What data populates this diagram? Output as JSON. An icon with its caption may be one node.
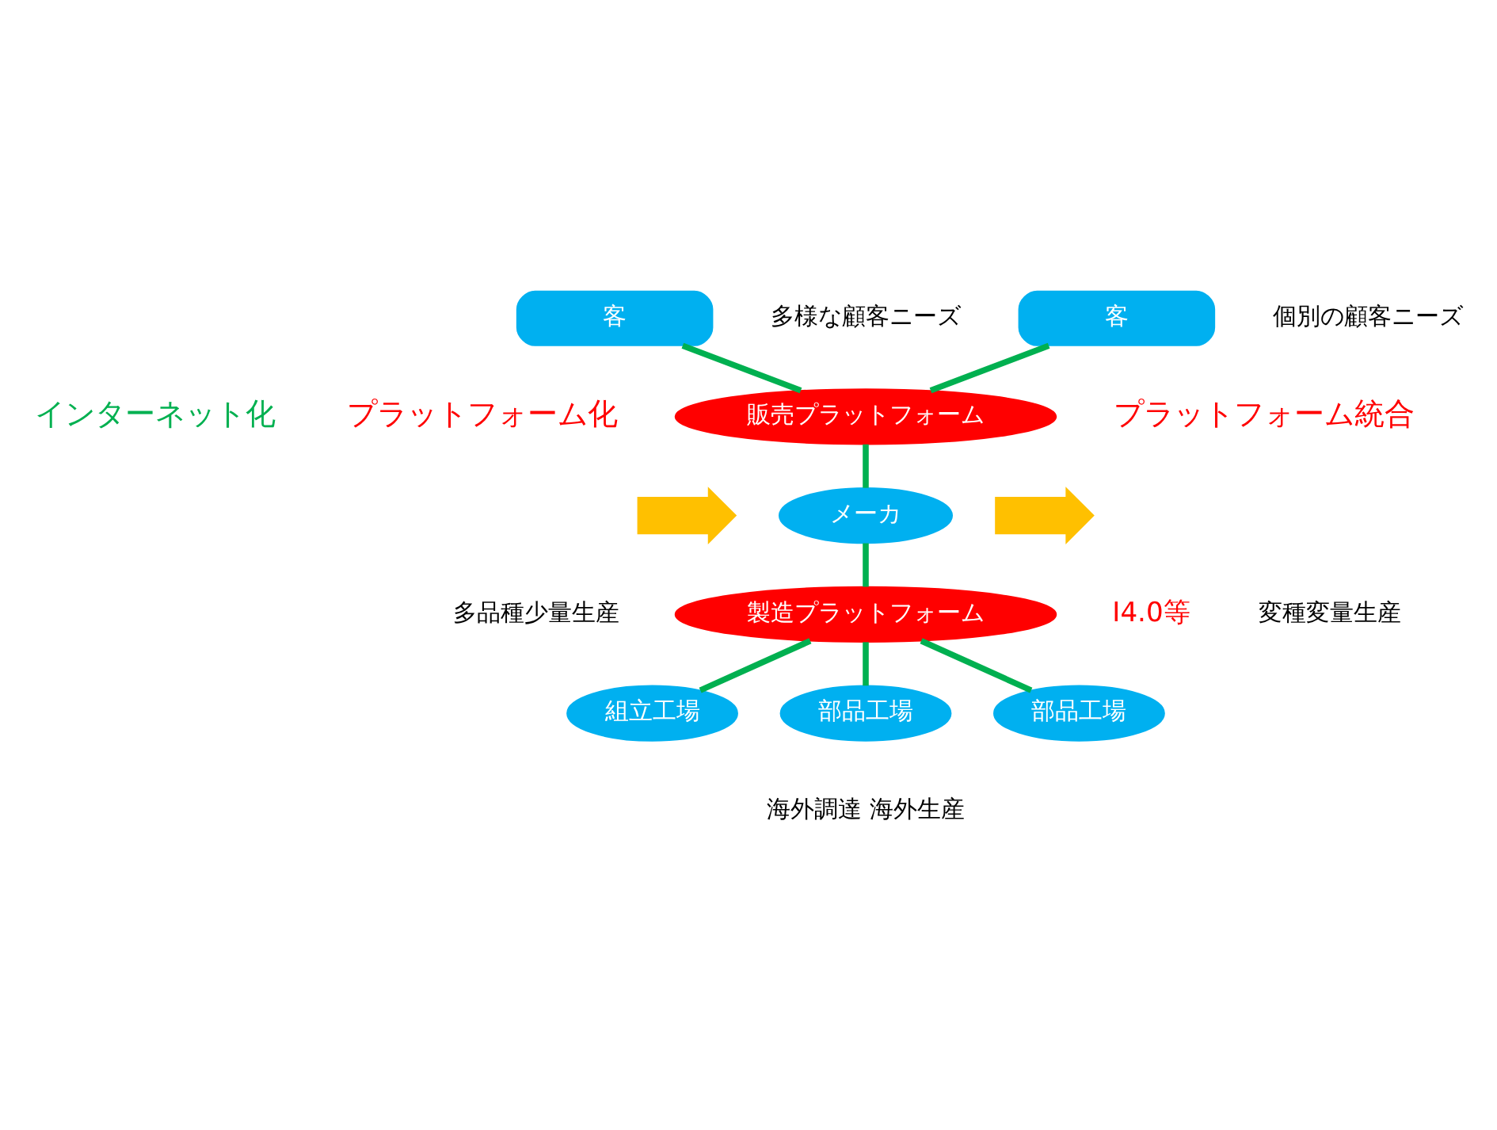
{
  "diagram": {
    "nodes": [
      {
        "text": [
          "客"
        ]
      },
      {
        "text": [
          "客"
        ]
      },
      {
        "text": [
          "販売プラットフォーム"
        ]
      },
      {
        "text": [
          "メーカ"
        ]
      },
      {
        "text": [
          "製造プラットフォーム"
        ],
        "beside": [
          "I4.0等"
        ]
      },
      {
        "text": [
          "組立工場"
        ]
      },
      {
        "text": [
          "部品工場"
        ]
      },
      {
        "text": [
          "部品工場"
        ]
      },
      {
        "text": [],
        "shape": "arrow"
      },
      {
        "text": [],
        "shape": "arrow"
      }
    ],
    "edges": [
      {
        "from": 0,
        "to": 2,
        "arrow": "none"
      },
      {
        "from": 1,
        "to": 2,
        "arrow": "none"
      },
      {
        "from": 2,
        "to": 3,
        "arrow": "none"
      },
      {
        "from": 3,
        "to": 4,
        "arrow": "none"
      },
      {
        "from": 4,
        "to": 5,
        "arrow": "none"
      },
      {
        "from": 4,
        "to": 6,
        "arrow": "none"
      },
      {
        "from": 4,
        "to": 7,
        "arrow": "none"
      }
    ],
    "labels": [
      "多様な顧客ニーズ",
      "個別の顧客ニーズ",
      "インターネット化",
      "プラットフォーム化",
      "プラットフォーム統合",
      "多品種少量生産",
      "変種変量生産",
      "海外調達 海外生産"
    ]
  }
}
